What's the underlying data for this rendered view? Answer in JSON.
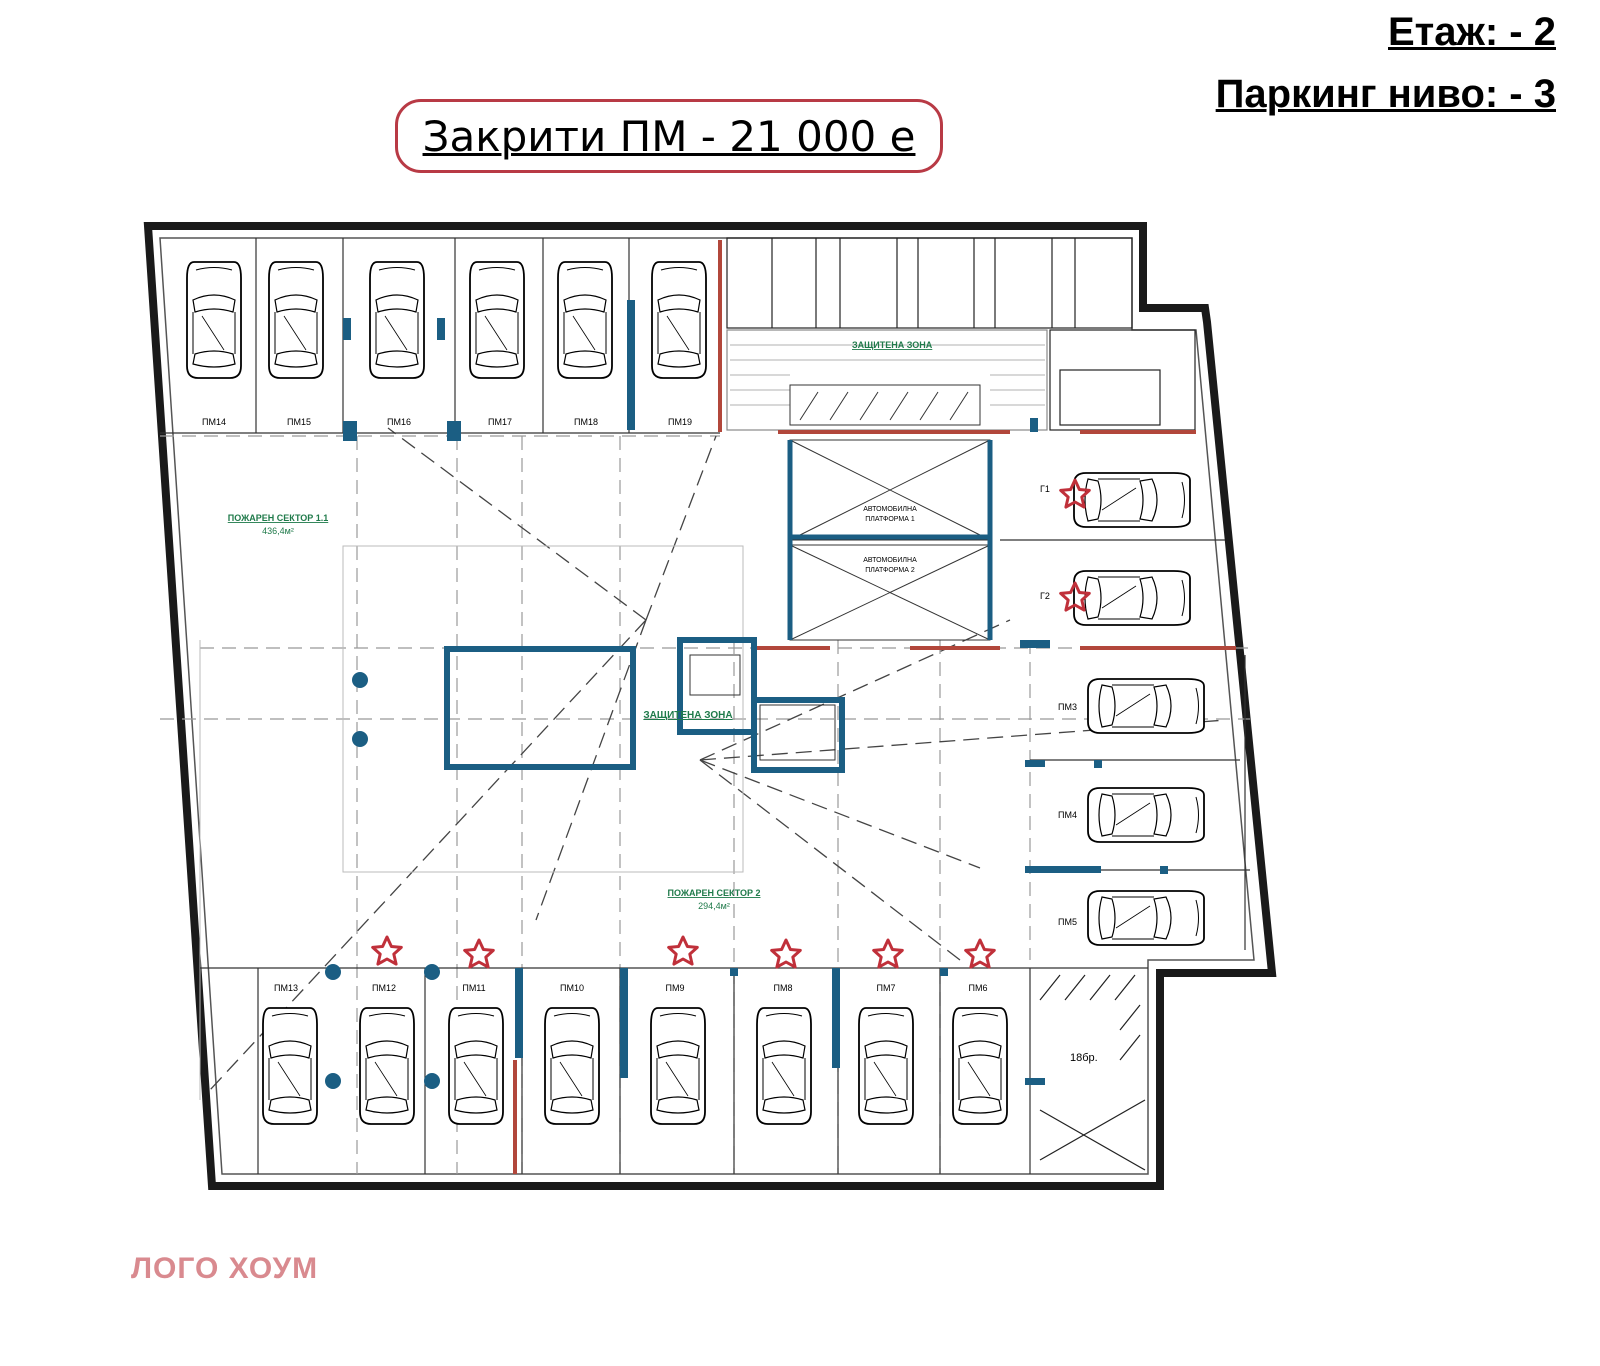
{
  "header": {
    "floor": "Етаж: - 2",
    "parking_level": "Паркинг ниво: - 3",
    "price_title": "Закрити ПМ - 21 000 е"
  },
  "plan": {
    "fire_sector_1": {
      "name": "ПОЖАРЕН СЕКТОР 1.1",
      "area": "436,4м²"
    },
    "fire_sector_2": {
      "name": "ПОЖАРЕН СЕКТОР 2",
      "area": "294,4м²"
    },
    "protected_zone": "ЗАЩИТЕНА ЗОНА",
    "platform_1": [
      "АВТОМОБИЛНА",
      "ПЛАТФОРМА 1"
    ],
    "platform_2": [
      "АВТОМОБИЛНА",
      "ПЛАТФОРМА 2"
    ],
    "bike_count": "18бр.",
    "spots_top": [
      "ПМ14",
      "ПМ15",
      "ПМ16",
      "ПМ17",
      "ПМ18",
      "ПМ19"
    ],
    "spots_bottom": [
      "ПМ13",
      "ПМ12",
      "ПМ11",
      "ПМ10",
      "ПМ9",
      "ПМ8",
      "ПМ7",
      "ПМ6"
    ],
    "spots_right": [
      "Г1",
      "Г2",
      "ПМ3",
      "ПМ4",
      "ПМ5"
    ],
    "accent_colors": {
      "wall": "#1a1a1a",
      "column": "#1b5e83",
      "star": "#c0303a",
      "fire_wall": "#b2473b"
    }
  },
  "footer": {
    "logo": "ЛОГО ХОУМ"
  }
}
